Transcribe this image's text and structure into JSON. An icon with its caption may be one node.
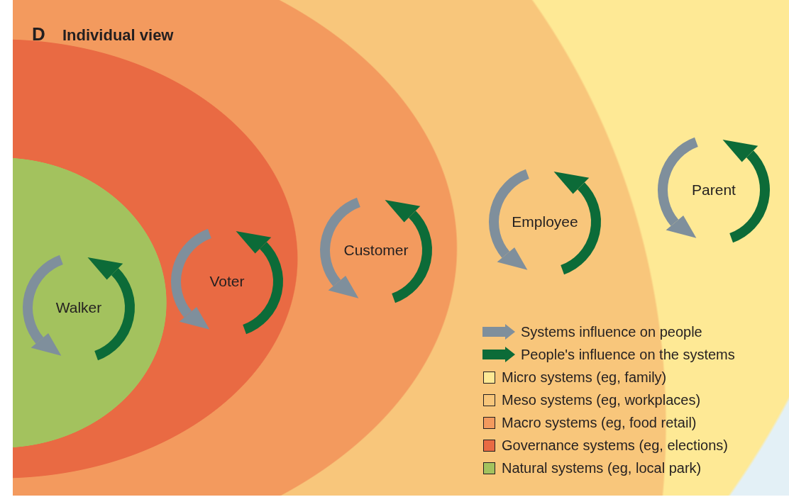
{
  "diagram": {
    "title": "Individual view",
    "nodes": [
      {
        "text": [
          "Parent"
        ]
      },
      {
        "text": [
          "Employee"
        ],
        "in": 0
      },
      {
        "text": [
          "Customer"
        ],
        "in": 1
      },
      {
        "text": [
          "Voter"
        ],
        "in": 2
      },
      {
        "text": [
          "Walker"
        ],
        "in": 3
      }
    ],
    "labels": [
      "D"
    ],
    "legend": [
      {
        "text": "Systems influence on people"
      },
      {
        "text": "People's influence on the systems"
      },
      {
        "text": "Micro systems (eg, family)",
        "color": "#fee995"
      },
      {
        "text": "Meso systems (eg, workplaces)",
        "color": "#f8c67b"
      },
      {
        "text": "Macro systems (eg, food retail)",
        "color": "#f39a5e"
      },
      {
        "text": "Governance systems (eg, elections)",
        "color": "#e96a43"
      },
      {
        "text": "Natural systems (eg, local park)",
        "color": "#a3c25e"
      }
    ]
  }
}
